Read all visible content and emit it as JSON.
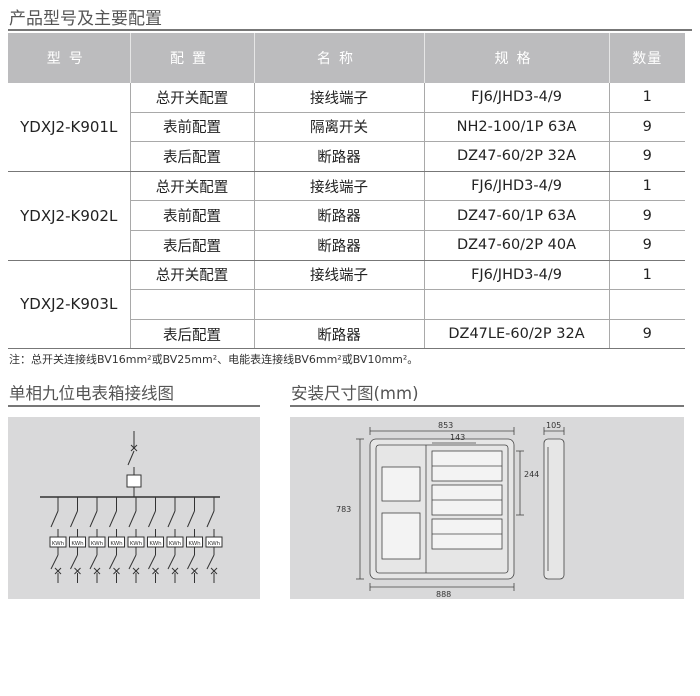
{
  "page_title": "产品型号及主要配置",
  "table": {
    "headers": [
      "型号",
      "配置",
      "名称",
      "规格",
      "数量"
    ],
    "groups": [
      {
        "model": "YDXJ2-K901L",
        "rows": [
          {
            "config": "总开关配置",
            "name": "接线端子",
            "spec": "FJ6/JHD3-4/9",
            "qty": "1"
          },
          {
            "config": "表前配置",
            "name": "隔离开关",
            "spec": "NH2-100/1P 63A",
            "qty": "9"
          },
          {
            "config": "表后配置",
            "name": "断路器",
            "spec": "DZ47-60/2P 32A",
            "qty": "9"
          }
        ]
      },
      {
        "model": "YDXJ2-K902L",
        "rows": [
          {
            "config": "总开关配置",
            "name": "接线端子",
            "spec": "FJ6/JHD3-4/9",
            "qty": "1"
          },
          {
            "config": "表前配置",
            "name": "断路器",
            "spec": "DZ47-60/1P 63A",
            "qty": "9"
          },
          {
            "config": "表后配置",
            "name": "断路器",
            "spec": "DZ47-60/2P 40A",
            "qty": "9"
          }
        ]
      },
      {
        "model": "YDXJ2-K903L",
        "rows": [
          {
            "config": "总开关配置",
            "name": "接线端子",
            "spec": "FJ6/JHD3-4/9",
            "qty": "1"
          },
          {
            "config": "",
            "name": "",
            "spec": "",
            "qty": ""
          },
          {
            "config": "表后配置",
            "name": "断路器",
            "spec": "DZ47LE-60/2P 32A",
            "qty": "9"
          }
        ]
      }
    ]
  },
  "note": "注：总开关连接线BV16mm²或BV25mm²、电能表连接线BV6mm²或BV10mm²。",
  "wiring": {
    "title": "单相九位电表箱接线图",
    "meter_label": "KWh",
    "meter_count": 9
  },
  "dimensions": {
    "title": "安装尺寸图(mm)",
    "width_top": "853",
    "inner_width": "143",
    "height": "783",
    "inner_height": "244",
    "width_bottom": "888",
    "depth": "105"
  }
}
